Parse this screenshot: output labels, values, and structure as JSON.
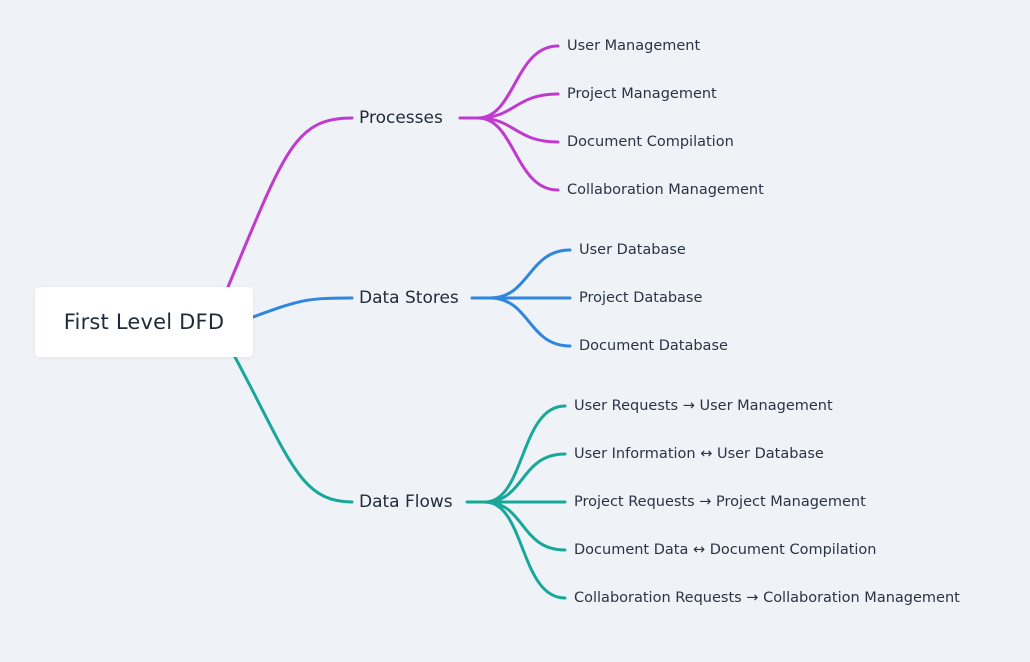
{
  "root": {
    "label": "First Level DFD"
  },
  "branches": [
    {
      "label": "Processes",
      "color": "#c03ad0",
      "children": [
        "User Management",
        "Project Management",
        "Document Compilation",
        "Collaboration Management"
      ]
    },
    {
      "label": "Data Stores",
      "color": "#2e86de",
      "children": [
        "User Database",
        "Project Database",
        "Document Database"
      ]
    },
    {
      "label": "Data Flows",
      "color": "#17a899",
      "children": [
        "User Requests → User Management",
        "User Information ↔ User Database",
        "Project Requests → Project Management",
        "Document Data ↔ Document Compilation",
        "Collaboration Requests → Collaboration Management"
      ]
    }
  ]
}
